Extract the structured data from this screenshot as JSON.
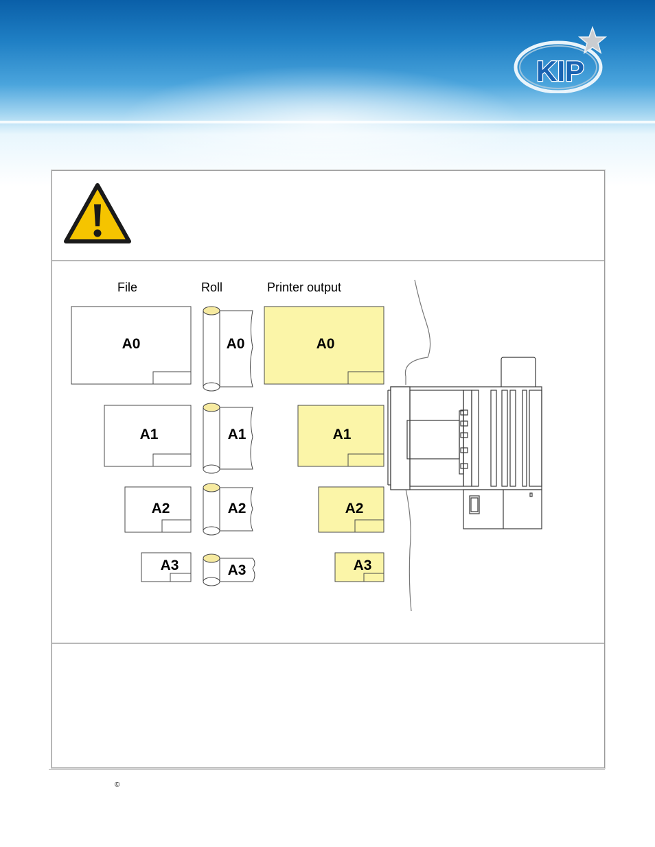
{
  "brand": {
    "logo_text": "KIP"
  },
  "colors": {
    "output_fill": "#fbf5a8",
    "roll_top": "#f6eaa0",
    "border": "#4a4a4a"
  },
  "warning": {
    "icon": "warning-triangle-icon"
  },
  "diagram": {
    "headers": {
      "file": "File",
      "roll": "Roll",
      "output": "Printer output"
    },
    "rows": [
      {
        "size": "A0",
        "file": "A0",
        "roll": "A0",
        "output": "A0"
      },
      {
        "size": "A1",
        "file": "A1",
        "roll": "A1",
        "output": "A1"
      },
      {
        "size": "A2",
        "file": "A2",
        "roll": "A2",
        "output": "A2"
      },
      {
        "size": "A3",
        "file": "A3",
        "roll": "A3",
        "output": "A3"
      }
    ],
    "printer_icon": "wide-format-printer-illustration"
  },
  "footer": {
    "copyright_symbol": "©"
  }
}
